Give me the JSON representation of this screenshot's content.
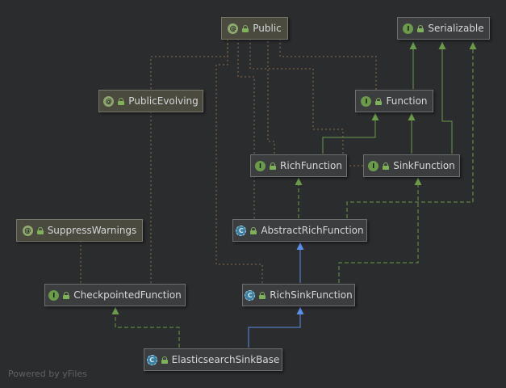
{
  "nodes": [
    {
      "id": "public",
      "label": "Public",
      "kind": "annotation",
      "badge": "@"
    },
    {
      "id": "serializable",
      "label": "Serializable",
      "kind": "interface",
      "badge": "I"
    },
    {
      "id": "public_evolving",
      "label": "PublicEvolving",
      "kind": "annotation",
      "badge": "@"
    },
    {
      "id": "function",
      "label": "Function",
      "kind": "interface",
      "badge": "I"
    },
    {
      "id": "rich_function",
      "label": "RichFunction",
      "kind": "interface",
      "badge": "I"
    },
    {
      "id": "sink_function",
      "label": "SinkFunction",
      "kind": "interface",
      "badge": "I"
    },
    {
      "id": "suppress_warnings",
      "label": "SuppressWarnings",
      "kind": "annotation",
      "badge": "@"
    },
    {
      "id": "abstract_rich_function",
      "label": "AbstractRichFunction",
      "kind": "abstract",
      "badge": "C"
    },
    {
      "id": "checkpointed_function",
      "label": "CheckpointedFunction",
      "kind": "interface",
      "badge": "I"
    },
    {
      "id": "rich_sink_function",
      "label": "RichSinkFunction",
      "kind": "abstract",
      "badge": "C"
    },
    {
      "id": "elasticsearch_sink_base",
      "label": "ElasticsearchSinkBase",
      "kind": "abstract",
      "badge": "C"
    }
  ],
  "edges": [
    {
      "from": "function",
      "to": "serializable",
      "type": "extends-interface"
    },
    {
      "from": "rich_function",
      "to": "function",
      "type": "extends-interface"
    },
    {
      "from": "sink_function",
      "to": "function",
      "type": "extends-interface"
    },
    {
      "from": "sink_function",
      "to": "serializable",
      "type": "extends-interface"
    },
    {
      "from": "abstract_rich_function",
      "to": "rich_function",
      "type": "implements"
    },
    {
      "from": "abstract_rich_function",
      "to": "serializable",
      "type": "implements"
    },
    {
      "from": "rich_sink_function",
      "to": "abstract_rich_function",
      "type": "extends"
    },
    {
      "from": "rich_sink_function",
      "to": "sink_function",
      "type": "implements"
    },
    {
      "from": "elasticsearch_sink_base",
      "to": "rich_sink_function",
      "type": "extends"
    },
    {
      "from": "elasticsearch_sink_base",
      "to": "checkpointed_function",
      "type": "implements"
    },
    {
      "from": "function",
      "to": "public",
      "type": "annotated"
    },
    {
      "from": "rich_function",
      "to": "public",
      "type": "annotated"
    },
    {
      "from": "sink_function",
      "to": "public",
      "type": "annotated"
    },
    {
      "from": "abstract_rich_function",
      "to": "public",
      "type": "annotated"
    },
    {
      "from": "rich_sink_function",
      "to": "public",
      "type": "annotated"
    },
    {
      "from": "checkpointed_function",
      "to": "public_evolving",
      "type": "annotated"
    },
    {
      "from": "checkpointed_function",
      "to": "suppress_warnings",
      "type": "annotated"
    }
  ],
  "colors": {
    "background": "#2b2c2e",
    "interface_edge": "#6a9a4a",
    "class_edge": "#5b8ee6",
    "annotation_edge": "#8a6e4e"
  },
  "watermark": "Powered by yFiles"
}
